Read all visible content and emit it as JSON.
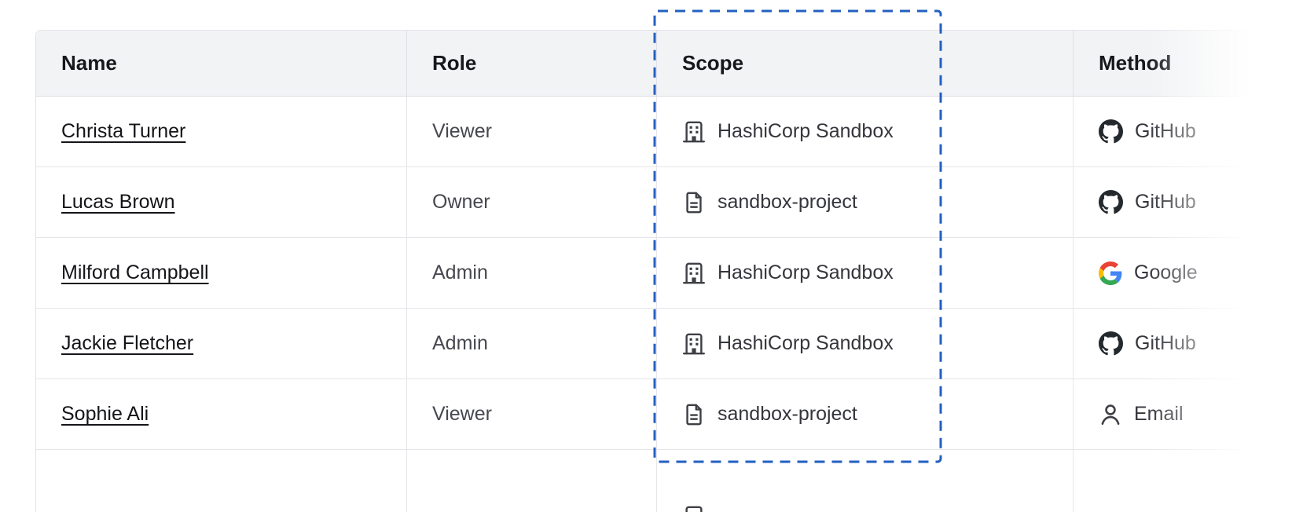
{
  "table": {
    "headers": [
      {
        "label": "Name"
      },
      {
        "label": "Role"
      },
      {
        "label": "Scope"
      },
      {
        "label": "Method"
      }
    ],
    "rows": [
      {
        "name": "Christa Turner",
        "role": "Viewer",
        "scope": {
          "icon": "org-icon",
          "label": "HashiCorp Sandbox"
        },
        "method": {
          "icon": "github-icon",
          "label": "GitHub"
        }
      },
      {
        "name": "Lucas Brown",
        "role": "Owner",
        "scope": {
          "icon": "file-icon",
          "label": "sandbox-project"
        },
        "method": {
          "icon": "github-icon",
          "label": "GitHub"
        }
      },
      {
        "name": "Milford Campbell",
        "role": "Admin",
        "scope": {
          "icon": "org-icon",
          "label": "HashiCorp Sandbox"
        },
        "method": {
          "icon": "google-icon",
          "label": "Google"
        }
      },
      {
        "name": "Jackie Fletcher",
        "role": "Admin",
        "scope": {
          "icon": "org-icon",
          "label": "HashiCorp Sandbox"
        },
        "method": {
          "icon": "github-icon",
          "label": "GitHub"
        }
      },
      {
        "name": "Sophie Ali",
        "role": "Viewer",
        "scope": {
          "icon": "file-icon",
          "label": "sandbox-project"
        },
        "method": {
          "icon": "user-icon",
          "label": "Email"
        }
      }
    ],
    "highlight": {
      "target_column": "Scope",
      "style": "dashed",
      "border_color": "#2360c2"
    },
    "colors": {
      "header_bg": "#f2f3f5",
      "row_border": "#e5e6ea",
      "header_text": "#17181c",
      "link_text": "#141519",
      "body_text": "#35363c",
      "github_icon": "#24292e"
    }
  }
}
